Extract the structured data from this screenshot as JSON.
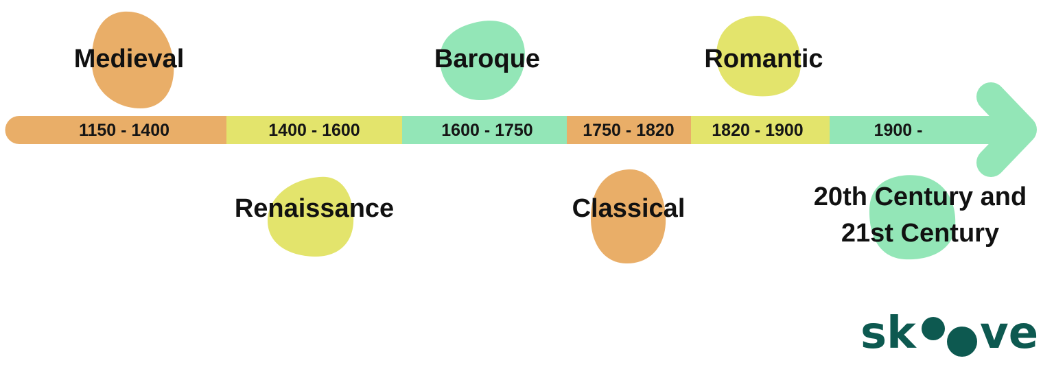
{
  "colors": {
    "orange": "#e9ae68",
    "yellow": "#e3e46c",
    "green": "#93e6b7",
    "logo": "#0d5950",
    "text": "#111111"
  },
  "timeline": {
    "segments": [
      {
        "dates": "1150 - 1400",
        "color": "orange"
      },
      {
        "dates": "1400 - 1600",
        "color": "yellow"
      },
      {
        "dates": "1600 - 1750",
        "color": "green"
      },
      {
        "dates": "1750 - 1820",
        "color": "orange"
      },
      {
        "dates": "1820 - 1900",
        "color": "yellow"
      },
      {
        "dates": "1900 -",
        "color": "green"
      }
    ]
  },
  "eras": [
    {
      "name": "Medieval",
      "color": "orange"
    },
    {
      "name": "Renaissance",
      "color": "yellow"
    },
    {
      "name": "Baroque",
      "color": "green"
    },
    {
      "name": "Classical",
      "color": "orange"
    },
    {
      "name": "Romantic",
      "color": "yellow"
    },
    {
      "name": "20th Century and",
      "name_line2": "21st Century",
      "color": "green"
    }
  ],
  "logo": {
    "text_left": "sk",
    "text_right": "ve",
    "icon": "two-dots-o-icon"
  }
}
